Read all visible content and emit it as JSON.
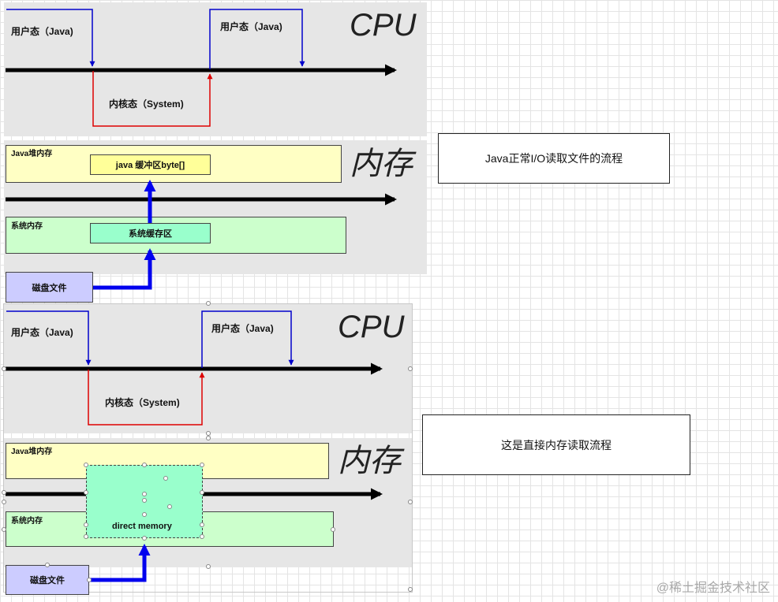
{
  "top_diagram": {
    "cpu_title": "CPU",
    "user_mode_left": "用户态（Java)",
    "user_mode_right": "用户态（Java)",
    "kernel_mode": "内核态（System)",
    "memory_title": "内存",
    "java_heap": "Java堆内存",
    "java_buffer": "java 缓冲区byte[]",
    "system_memory": "系统内存",
    "system_cache": "系统缓存区",
    "disk_file": "磁盘文件"
  },
  "caption_top": "Java正常I/O读取文件的流程",
  "bottom_diagram": {
    "cpu_title": "CPU",
    "user_mode_left": "用户态（Java)",
    "user_mode_right": "用户态（Java)",
    "kernel_mode": "内核态（System)",
    "memory_title": "内存",
    "java_heap": "Java堆内存",
    "system_memory": "系统内存",
    "direct_memory": "direct memory",
    "disk_file": "磁盘文件"
  },
  "caption_bottom": "这是直接内存读取流程",
  "watermark": "@稀土掘金技术社区",
  "colors": {
    "panel": "#e6e6e6",
    "user_arrow": "#0000cc",
    "kernel_arrow": "#dd0000",
    "data_arrow": "#0000ee",
    "java_heap": "#ffffc4",
    "system_memory": "#ccffcc",
    "disk": "#ccccff"
  }
}
